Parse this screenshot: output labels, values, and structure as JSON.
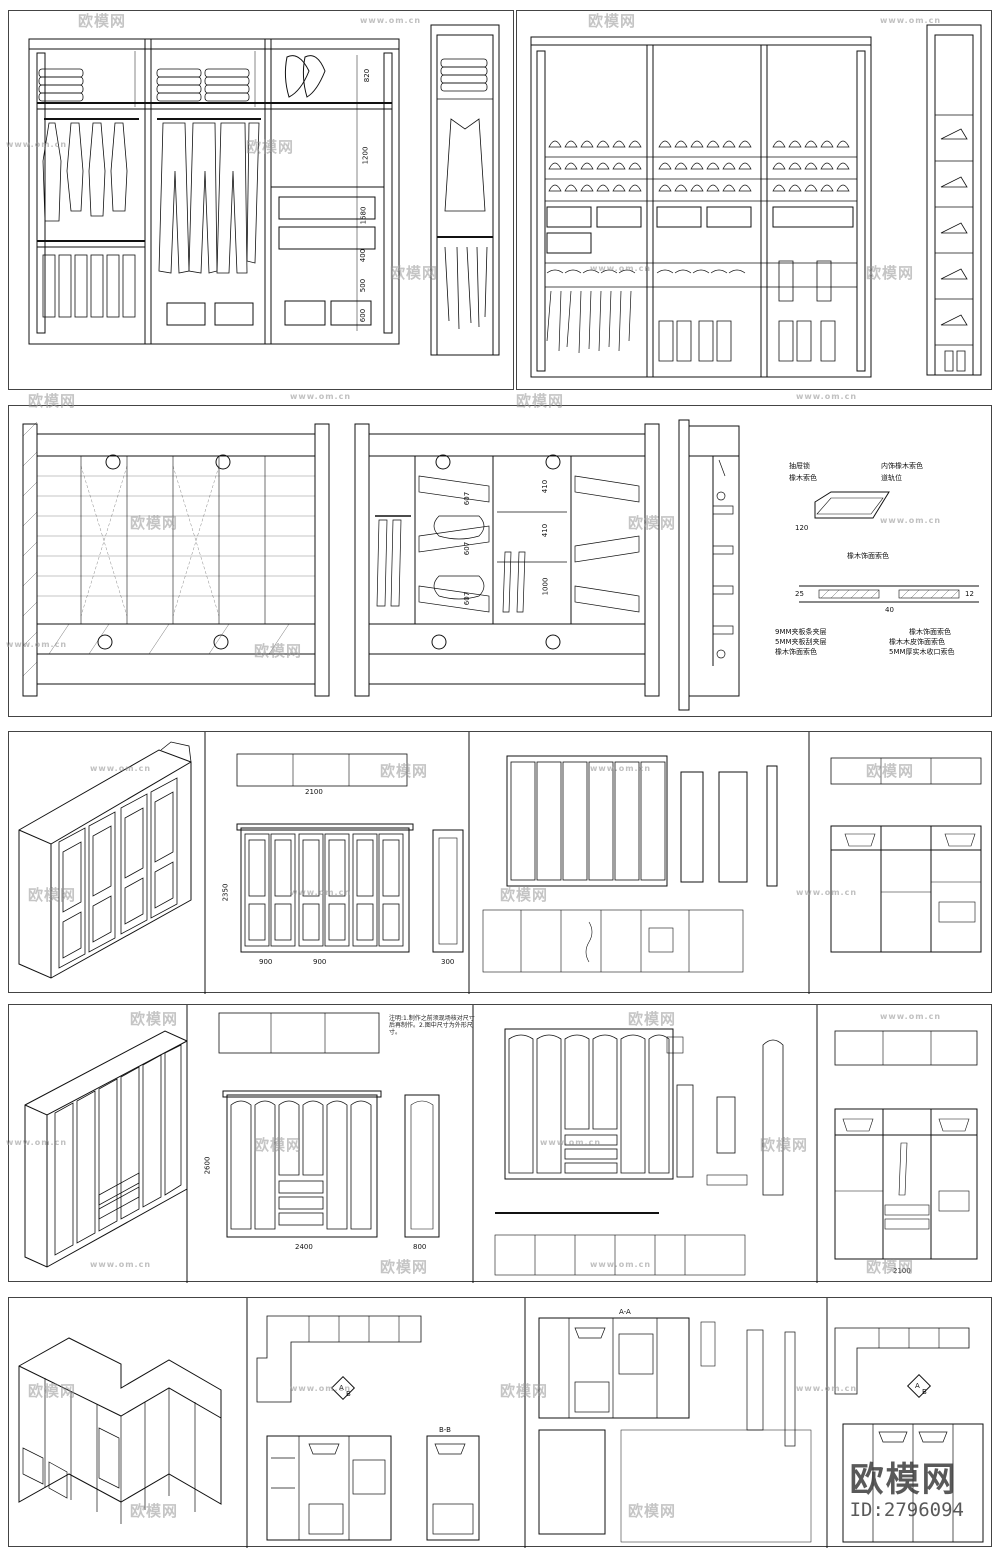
{
  "watermark": {
    "logo_text": "欧模网",
    "url_text": "www.om.cn"
  },
  "brand": {
    "name": "欧模网",
    "id_label": "ID:2796094"
  },
  "drawings": {
    "wardrobe_section_dims": [
      "820",
      "1200",
      "1680",
      "400",
      "500",
      "600"
    ],
    "shelf_labels": [
      "607",
      "607",
      "607",
      "410",
      "410",
      "1000"
    ],
    "drawer_detail": {
      "labels_top": [
        "抽屉锁",
        "橡木索色",
        "内饰橡木索色",
        "道轨位"
      ],
      "labels_mid": [
        "橡木饰面索色"
      ],
      "labels_bottom_left": [
        "9MM夹板条夹层",
        "5MM夹板刮夹层",
        "橡木饰面索色"
      ],
      "labels_bottom_right": [
        "橡木饰面索色",
        "橡木木皮饰面索色",
        "5MM厚实木收口索色"
      ],
      "dims": [
        "120",
        "25",
        "40",
        "12"
      ]
    },
    "row3_dims": [
      "2100",
      "2350",
      "900",
      "900",
      "300"
    ],
    "row4_dims": [
      "2600",
      "2400",
      "800",
      "2100"
    ],
    "row4_note": "注明:1.制作之前须现场核对尺寸后再制作。2.图中尺寸为外形尺寸。",
    "row5_labels": [
      "A",
      "B",
      "A",
      "B"
    ],
    "row5_section": [
      "A-A",
      "B-B"
    ]
  }
}
